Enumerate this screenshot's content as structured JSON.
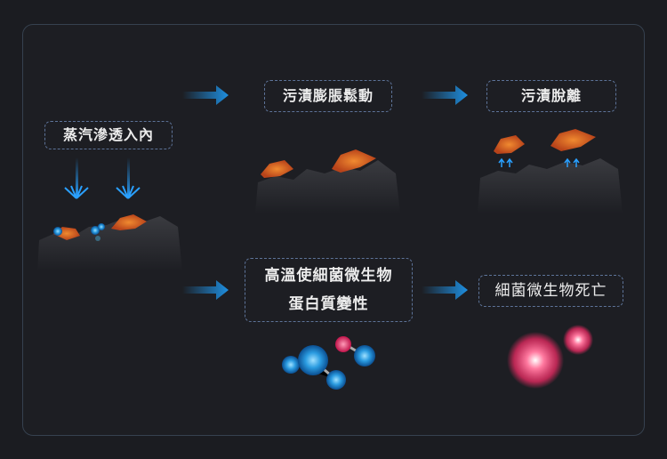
{
  "steps": {
    "steam": "蒸汽滲透入內",
    "swell": "污漬膨脹鬆動",
    "detach": "污漬脫離",
    "heat_line1": "高溫使細菌微生物",
    "heat_line2": "蛋白質變性",
    "death": "細菌微生物死亡"
  },
  "colors": {
    "accent": "#1e8fe0",
    "stain": "#e0662a",
    "bacteria": "#f0457a",
    "border": "#5d7398"
  }
}
